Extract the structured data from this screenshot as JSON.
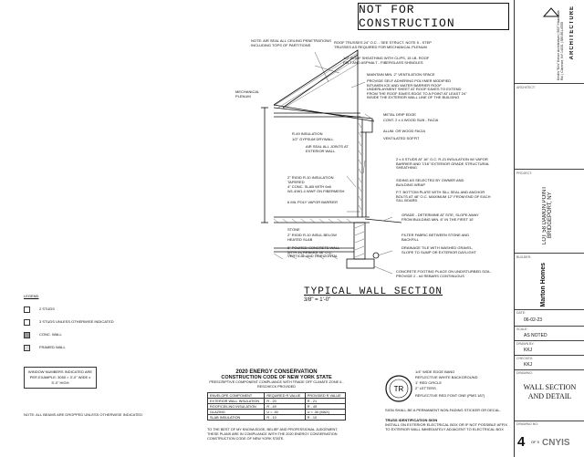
{
  "stamp": "NOT FOR CONSTRUCTION",
  "callouts_left": [
    "NOTE: AIR SEAL ALL CEILING PENETRATIONS INCLUDING TOPS OF PARTITIONS",
    "MECHANICAL PLENUM",
    "R-49 INSULATION",
    "1/2\" GYPSUM DRYWALL",
    "AIR SEAL ALL JOINTS AT EXTERIOR WALL",
    "2\" RIGID R-10 INSULATION TAPERED",
    "4\" CONC. SLAB WITH 6x6 W1.4/W1.4 WWF ON FIBERMESH",
    "6 MIL POLY VAPOR BARRIER",
    "STONE",
    "2\" RIGID R-10 INSUL BELOW HEATED SLAB",
    "8\" POURED CONCRETE WALL WITH #4 REBARS 48\" O.C. VERTICAL AND HORIZONTAL"
  ],
  "callouts_right": [
    "ROOF TRUSSES 24\" O.C. - SEE STRUCT. NOTE 5 - STEP TRUSSES AS REQUIRED FOR MECHANICAL PLENUM",
    "1/2\" ROOF SHEATHING WITH CLIPS, 15 LB. ROOF FELT AND ASPHALT - FIBERGLASS SHINGLES",
    "MAINTAIN MIN. 2\" VENTILATION SPACE",
    "PROVIDE SELF ADHERING POLYMER MODIFIED BITUMEN ICE AND WATER BARRIER ROOF UNDERLAYMENT SHEET AT ROOF EAVES TO EXTEND FROM THE ROOF EAVES EDGE TO A POINT AT LEAST 24\" INSIDE THE EXTERIOR WALL LINE OF THE BUILDING",
    "METAL DRIP EDGE",
    "CONT. 2 x 4 WOOD SUB - FACIA",
    "ALUM. OR WOOD FACIA",
    "VENTILATED SOFFIT",
    "2 x 6 STUDS AT 16\" O.C. R-21 INSULATION W/ VAPOR BARRIER AND 7/16\" EXTERIOR GRADE STRUCTURAL SHEATHING",
    "SIDING AS SELECTED BY OWNER AND BUILDING WRAP",
    "P.T. BOTTOM PLATE WITH SILL SEAL AND ANCHOR BOLTS AT 48\" O.C. MAXIMUM 12\" FROM END OF EACH SILL BOARD",
    "GRADE - DETERMINE AT SITE, SLOPE AWAY FROM BUILDING MIN. 6\" IN THE FIRST 10'",
    "FILTER FABRIC BETWEEN STONE AND BACKFILL",
    "DRAINAGE TILE WITH WASHED GRAVEL, SLOPE TO SUMP OR EXTERIOR DAYLIGHT",
    "CONCRETE FOOTING PLACE ON UNDISTURBED SOIL. PROVIDE 2 - #4 REBARS CONTINUOUS"
  ],
  "caption": "TYPICAL WALL SECTION",
  "scale": "3/8\" = 1'-0\"",
  "legend": {
    "title": "LEGEND",
    "items": [
      "2 STUDS",
      "3 STUDS UNLESS OTHERWISE INDICATED",
      "CONC. WALL",
      "FRAMED WALL"
    ]
  },
  "window_note": "WINDOW NUMBERS INDICATED ARE PER EXAMPLE: 3050 = 3'-0\" WIDE x 5'-0\" HIGH",
  "beam_note": "NOTE: ALL BEAMS ARE DROPPED UNLESS OTHERWISE INDICATED",
  "energy": {
    "title": "2020 ENERGY CONSERVATION",
    "subtitle": "CONSTRUCTION CODE OF NEW YORK STATE",
    "desc": "PRESCRIPTIVE COMPONENT COMPLIANCE WITH TRADE OFF CLIMATE ZONE 6 - RESCHECK PROVIDED",
    "headers": [
      "ENVELOPE COMPONENT",
      "REQUIRED R VALUE",
      "PROVIDED R VALUE"
    ],
    "rows": [
      [
        "EXTERIOR WALL INSULATION",
        "R - 20",
        "R - 21"
      ],
      [
        "ROOF/CEILING INSULATION",
        "R - 49",
        "R - 49"
      ],
      [
        "GLAZING",
        "U = .30",
        "U = .30 (MAX)"
      ],
      [
        "SLAB INSULATION",
        "R - 10",
        "R - 10"
      ]
    ],
    "statement": "TO THE BEST OF MY KNOWLEDGE, BELIEF AND PROFESSIONAL JUDGEMENT, THESE PLANS ARE IN COMPLIANCE WITH THE 2020 ENERGY CONSERVATION CONSTRUCTION CODE OF NEW YORK STATE."
  },
  "truss_tag": {
    "notes": [
      "1/4\" WIDE EDGE BAND",
      "REFLECTIVE WHITE BACKGROUND",
      "1\" RED CIRCLE",
      "2\" LETTERS",
      "REFLECTIVE RED FONT ONE (PMS 187)"
    ],
    "letters": "TR",
    "sign_note": "SIGN SHALL BE A PERMANENT NON-FADING STICKER OR DECAL.",
    "location_title": "TRUSS IDENTIFICATION SIGN",
    "location_text": "INSTALL ON EXTERIOR ELECTRICAL BOX OR IF NOT POSSIBLE AFFIX TO EXTERIOR WALL IMMEDIATELY ADJACENT TO ELECTRICAL BOX"
  },
  "title_block": {
    "firm": "ARCHITECTURE",
    "firm_detail": "Kristin \"Kris\" Keiser Architecture | 5637 Hazeldale Rd. | Clarence, NY 14031 | 585 861-6555",
    "project_labels": [
      "ARCHITECT:",
      "PROJECT:",
      "BUILDER:",
      "DATE:",
      "SCALE:",
      "DRAWN BY:",
      "CHECKED:",
      "DRAWING:",
      "DRAWING NO:"
    ],
    "project": "LOT 58 DAMON POINT BRIDGEPORT, NY",
    "builder": "Marton Homes",
    "date": "06-02-23",
    "scale": "AS NOTED",
    "drawn": "KKJ",
    "checked": "KKJ",
    "drawing": "WALL SECTION AND DETAIL",
    "sheet": "4",
    "of": "OF 5",
    "mls": "CNYIS"
  }
}
